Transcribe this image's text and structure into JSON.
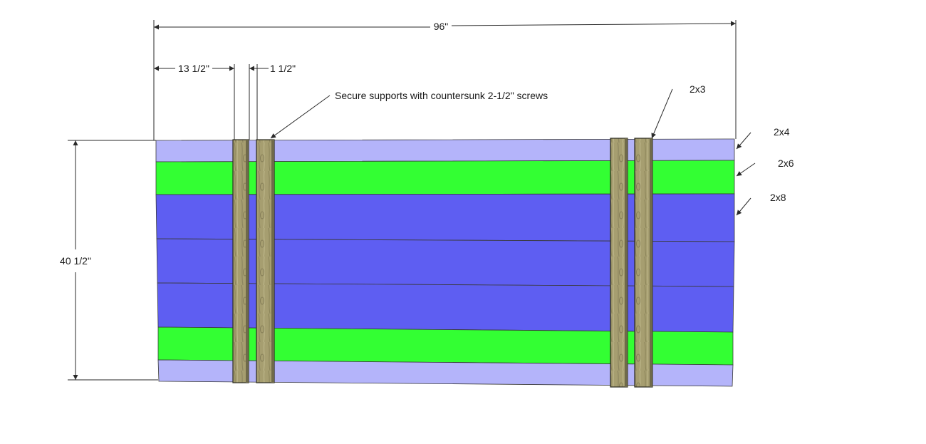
{
  "dimensions": {
    "overall_length": "96\"",
    "first_support_offset": "13 1/2\"",
    "support_width": "1 1/2\"",
    "height": "40 1/2\""
  },
  "annotations": {
    "screws_note": "Secure supports with countersunk 2-1/2\" screws",
    "support_label": "2x3",
    "board_2x4": "2x4",
    "board_2x6": "2x6",
    "board_2x8": "2x8"
  },
  "colors": {
    "board_2x4": "#b4b4fa",
    "board_2x6": "#33ff33",
    "board_2x8": "#5e5ef2",
    "support_wood": "#a69e70",
    "support_wood_dark": "#6f6a4a"
  },
  "boards": [
    {
      "type": "2x4"
    },
    {
      "type": "2x6"
    },
    {
      "type": "2x8"
    },
    {
      "type": "2x8"
    },
    {
      "type": "2x8"
    },
    {
      "type": "2x6"
    },
    {
      "type": "2x4"
    }
  ]
}
